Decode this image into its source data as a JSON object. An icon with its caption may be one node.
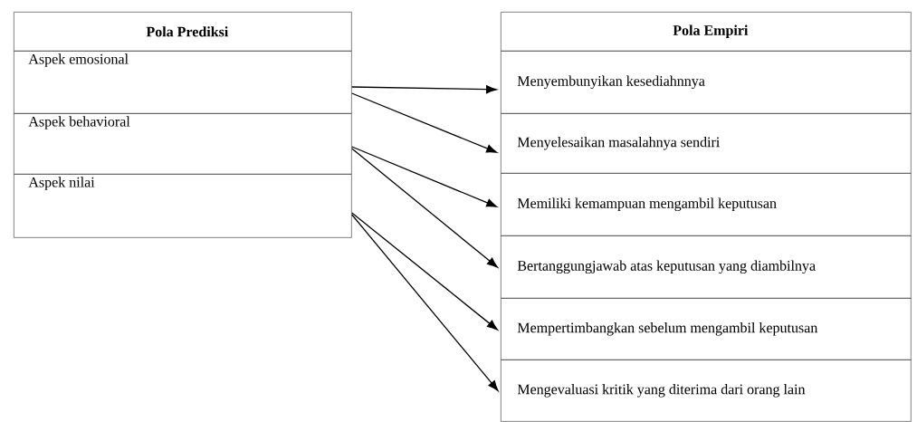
{
  "diagram": {
    "nodes": [
      {
        "text": [
          "Pola Prediksi"
        ]
      },
      {
        "text": [
          "Aspek emosional"
        ]
      },
      {
        "text": [
          "Aspek behavioral"
        ]
      },
      {
        "text": [
          "Aspek nilai"
        ]
      },
      {
        "text": [
          "Pola Empiri"
        ]
      },
      {
        "text": [
          "Menyembunyikan kesediahnnya"
        ]
      },
      {
        "text": [
          "Menyelesaikan masalahnya sendiri"
        ]
      },
      {
        "text": [
          "Memiliki kemampuan mengambil keputusan"
        ]
      },
      {
        "text": [
          "Bertanggungjawab atas keputusan yang diambilnya"
        ]
      },
      {
        "text": [
          "Mempertimbangkan sebelum mengambil keputusan"
        ]
      },
      {
        "text": [
          "Mengevaluasi kritik yang diterima dari orang lain"
        ]
      }
    ],
    "edges": [
      {
        "from": 1,
        "to": 5,
        "arrow": "to"
      },
      {
        "from": 1,
        "to": 6,
        "arrow": "to"
      },
      {
        "from": 2,
        "to": 7,
        "arrow": "to"
      },
      {
        "from": 2,
        "to": 8,
        "arrow": "to"
      },
      {
        "from": 3,
        "to": 9,
        "arrow": "to"
      },
      {
        "from": 3,
        "to": 10,
        "arrow": "to"
      }
    ]
  }
}
